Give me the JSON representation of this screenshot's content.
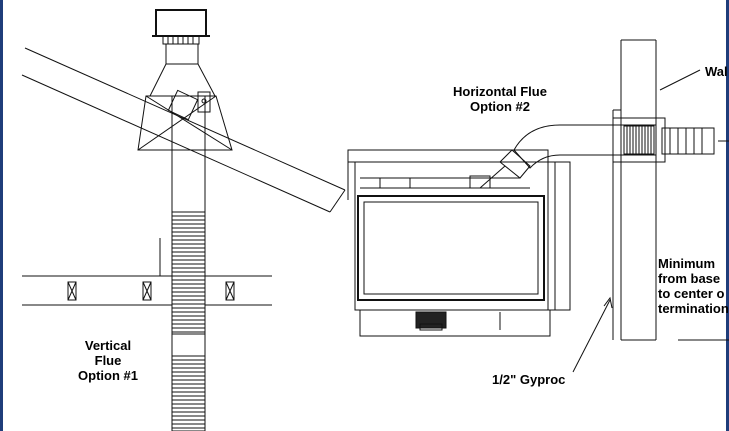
{
  "labels": {
    "vertical_line1": "Vertical",
    "vertical_line2": "Flue",
    "vertical_line3": "Option #1",
    "horizontal_line1": "Horizontal Flue",
    "horizontal_line2": "Option #2",
    "wall": "Wal",
    "minimum_line1": "Minimum",
    "minimum_line2": "from base",
    "minimum_line3": "to center o",
    "minimum_line4": "termination",
    "gyproc": "1/2\" Gyproc"
  },
  "colors": {
    "ink": "#111111",
    "page_edge": "#1f3d7a"
  }
}
